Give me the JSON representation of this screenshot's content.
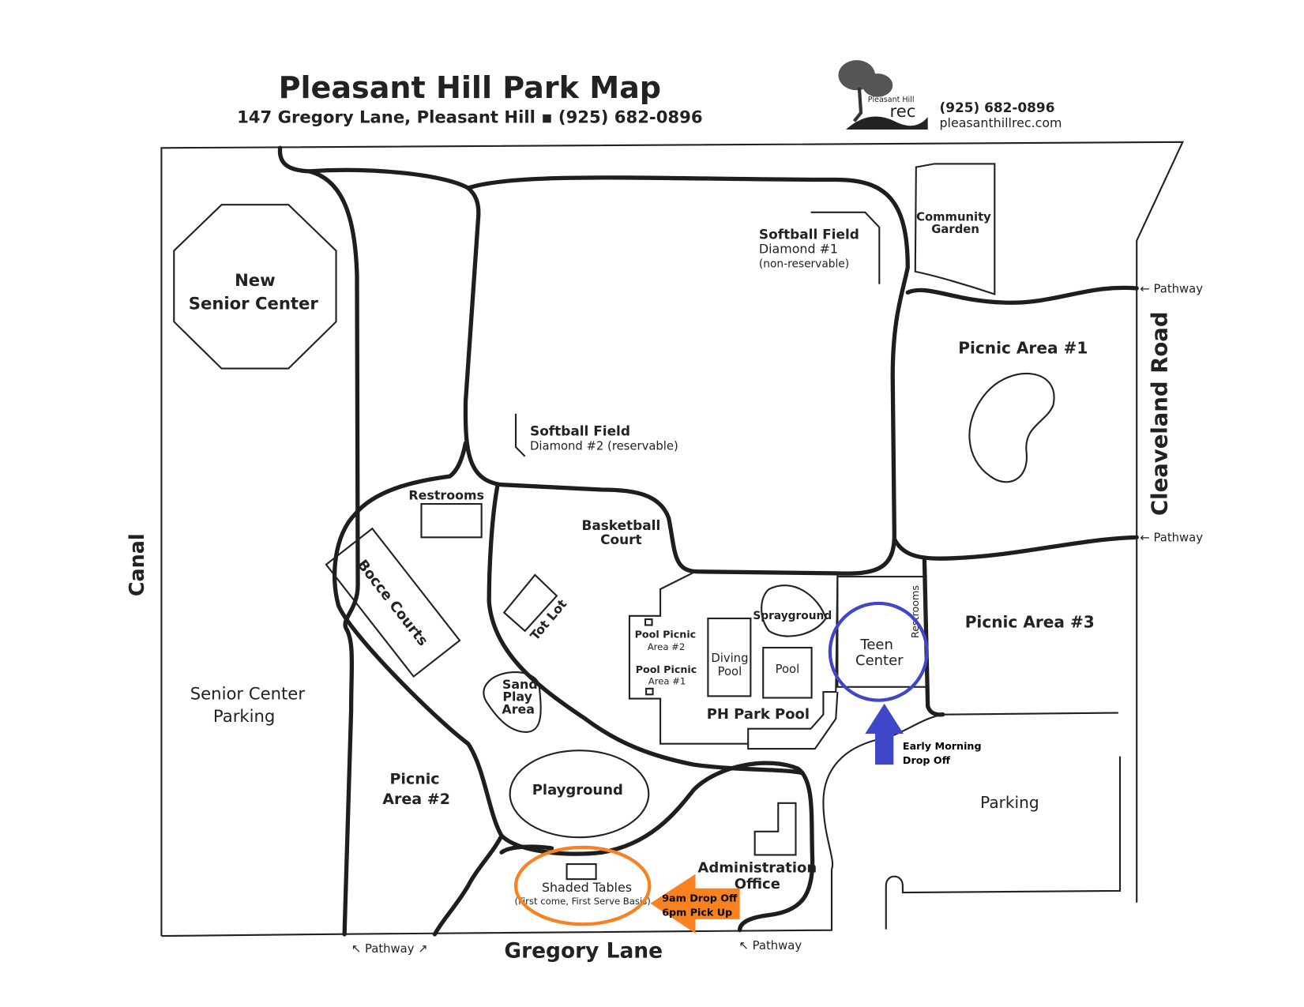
{
  "header": {
    "title": "Pleasant Hill Park Map",
    "address": "147 Gregory Lane, Pleasant Hill ▪ (925) 682-0896",
    "logo_text_top": "Pleasant Hill",
    "logo_text_bottom": "rec",
    "phone": "(925) 682-0896",
    "website": "pleasanthillrec.com"
  },
  "labels": {
    "new_senior_center": [
      "New",
      "Senior Center"
    ],
    "canal": "Canal",
    "senior_center_parking": [
      "Senior Center",
      "Parking"
    ],
    "softball_1": [
      "Softball Field",
      "Diamond #1",
      "(non-reservable)"
    ],
    "softball_2": [
      "Softball Field",
      "Diamond #2 (reservable)"
    ],
    "community_garden": [
      "Community",
      "Garden"
    ],
    "picnic_1": "Picnic Area #1",
    "picnic_2": [
      "Picnic",
      "Area #2"
    ],
    "picnic_3": "Picnic Area #3",
    "cleaveland_road": "Cleaveland Road",
    "pathway": "Pathway",
    "restrooms": "Restrooms",
    "bocce": "Bocce Courts",
    "basketball": [
      "Basketball",
      "Court"
    ],
    "tot_lot": "Tot Lot",
    "sand_play": [
      "Sand",
      "Play",
      "Area"
    ],
    "pool_picnic_2": [
      "Pool Picnic",
      "Area #2"
    ],
    "pool_picnic_1": [
      "Pool Picnic",
      "Area #1"
    ],
    "diving_pool": [
      "Diving",
      "Pool"
    ],
    "pool": "Pool",
    "sprayground": "Sprayground",
    "ph_park_pool": "PH Park Pool",
    "teen_center": [
      "Teen",
      "Center"
    ],
    "playground": "Playground",
    "shaded_tables": [
      "Shaded Tables",
      "(First come, First Serve Basis)"
    ],
    "admin_office": [
      "Administration",
      "Office"
    ],
    "parking": "Parking",
    "gregory_lane": "Gregory Lane"
  },
  "annotations": {
    "early_dropoff": [
      "Early Morning",
      "Drop Off"
    ],
    "dropoff_pickup": [
      "9am Drop Off",
      "6pm Pick Up"
    ],
    "orange": "#f7821f",
    "blue": "#3f46c8"
  }
}
